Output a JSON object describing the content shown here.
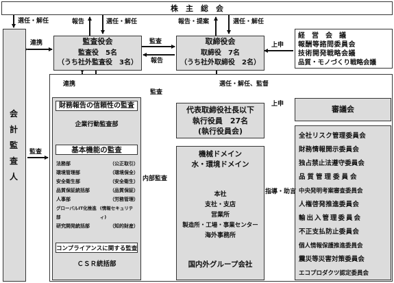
{
  "shareholders": "株　主　総　会",
  "auditor": "会計監査人",
  "audit_board": {
    "title": "監査役会",
    "line1": "監査役　5名",
    "line2": "（うち社外監査役　3名）"
  },
  "board": {
    "title": "取締役会",
    "line1": "取締役　7名",
    "line2": "（うち社外取締役　2名）"
  },
  "councils": [
    "経　営　会　議",
    "報酬等諮問委員会",
    "技術開発戦略会議",
    "品質・モノづくり戦略会議"
  ],
  "ceo": {
    "line1": "代表取締役社長以下",
    "line2": "執行役員　27名",
    "line3": "(執行役員会)"
  },
  "council_box": "審議会",
  "committees": [
    "全社リスク管理委員会",
    "財務情報開示委員会",
    "独占禁止法遵守委員会",
    "品質管理委員会",
    "中央発明考案審査委員会",
    "人権啓発推進委員会",
    "輸出入管理委員会",
    "不正支払防止委員会",
    "個人情報保護推進委員会",
    "震災等災害対策委員会",
    "エコプロダクツ認定委員会"
  ],
  "fin_report": {
    "title": "財務報告の信頼性の監査",
    "dept": "企業行動監査部"
  },
  "basic": {
    "title": "基本機能の監査",
    "items": [
      {
        "name": "法務部",
        "scope": "（公正取引）"
      },
      {
        "name": "環境管理部",
        "scope": "（環境保全）"
      },
      {
        "name": "安全衛生部",
        "scope": "（安全衛生）"
      },
      {
        "name": "品質保証統括部",
        "scope": "（品質保証）"
      },
      {
        "name": "人事部",
        "scope": "（労務管理）"
      },
      {
        "name": "グローバルIT化推進部",
        "scope": "(情報セキュリティ)"
      },
      {
        "name": "研究開発統括部",
        "scope": "（知的財産）"
      }
    ]
  },
  "compliance": {
    "title": "コンプライアンスに関する監査",
    "dept": "ＣＳＲ統括部"
  },
  "domain": {
    "line1": "機械ドメイン",
    "line2": "水・環境ドメイン",
    "sites": [
      "本社",
      "支社・支店",
      "営業所",
      "製造所・工場・事業センター",
      "海外事務所"
    ],
    "group": "国内外グループ会社"
  },
  "labels": {
    "elect_left": "選任・解任",
    "report_top": "報告",
    "elect_mid": "選任・解任",
    "report_propose": "報告・提案",
    "elect_right": "選任・解任",
    "cooperate": "連携",
    "audit_h": "監査",
    "report_h": "報告",
    "submit_top": "上申",
    "cooperate_inner": "連携",
    "audit_long": "監査",
    "elect_supervise": "選任・解任、監督",
    "submit_mid": "上申",
    "audit_left": "監査",
    "internal_audit": "内部監査",
    "guidance": "指導・助言"
  }
}
